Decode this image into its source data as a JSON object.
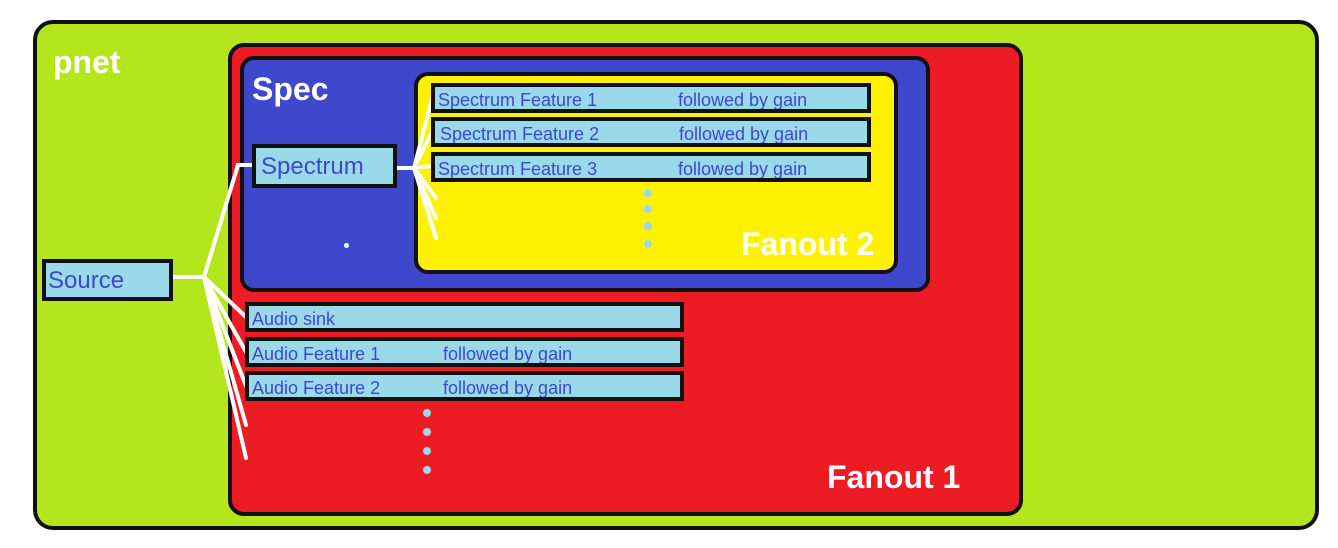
{
  "colors": {
    "pnet": "#b5e61d",
    "fanout1": "#ed1c24",
    "spec": "#3f48cc",
    "fanout2": "#fff200",
    "node_fill": "#99d9ea",
    "node_text": "#3f48cc",
    "wire": "#ffffff",
    "dots": "#99d9ea"
  },
  "labels": {
    "pnet": "pnet",
    "spec": "Spec",
    "fanout1": "Fanout 1",
    "fanout2": "Fanout 2"
  },
  "nodes": {
    "source": "Source",
    "spectrum": "Spectrum",
    "spectrum_features": [
      {
        "name": "Spectrum Feature 1",
        "note": "followed by gain"
      },
      {
        "name": "Spectrum Feature 2",
        "note": "followed by gain"
      },
      {
        "name": "Spectrum Feature 3",
        "note": "followed by gain"
      }
    ],
    "audio_sink": "Audio sink",
    "audio_features": [
      {
        "name": "Audio Feature 1",
        "note": "followed by gain"
      },
      {
        "name": "Audio Feature 2",
        "note": "followed by gain"
      }
    ]
  }
}
